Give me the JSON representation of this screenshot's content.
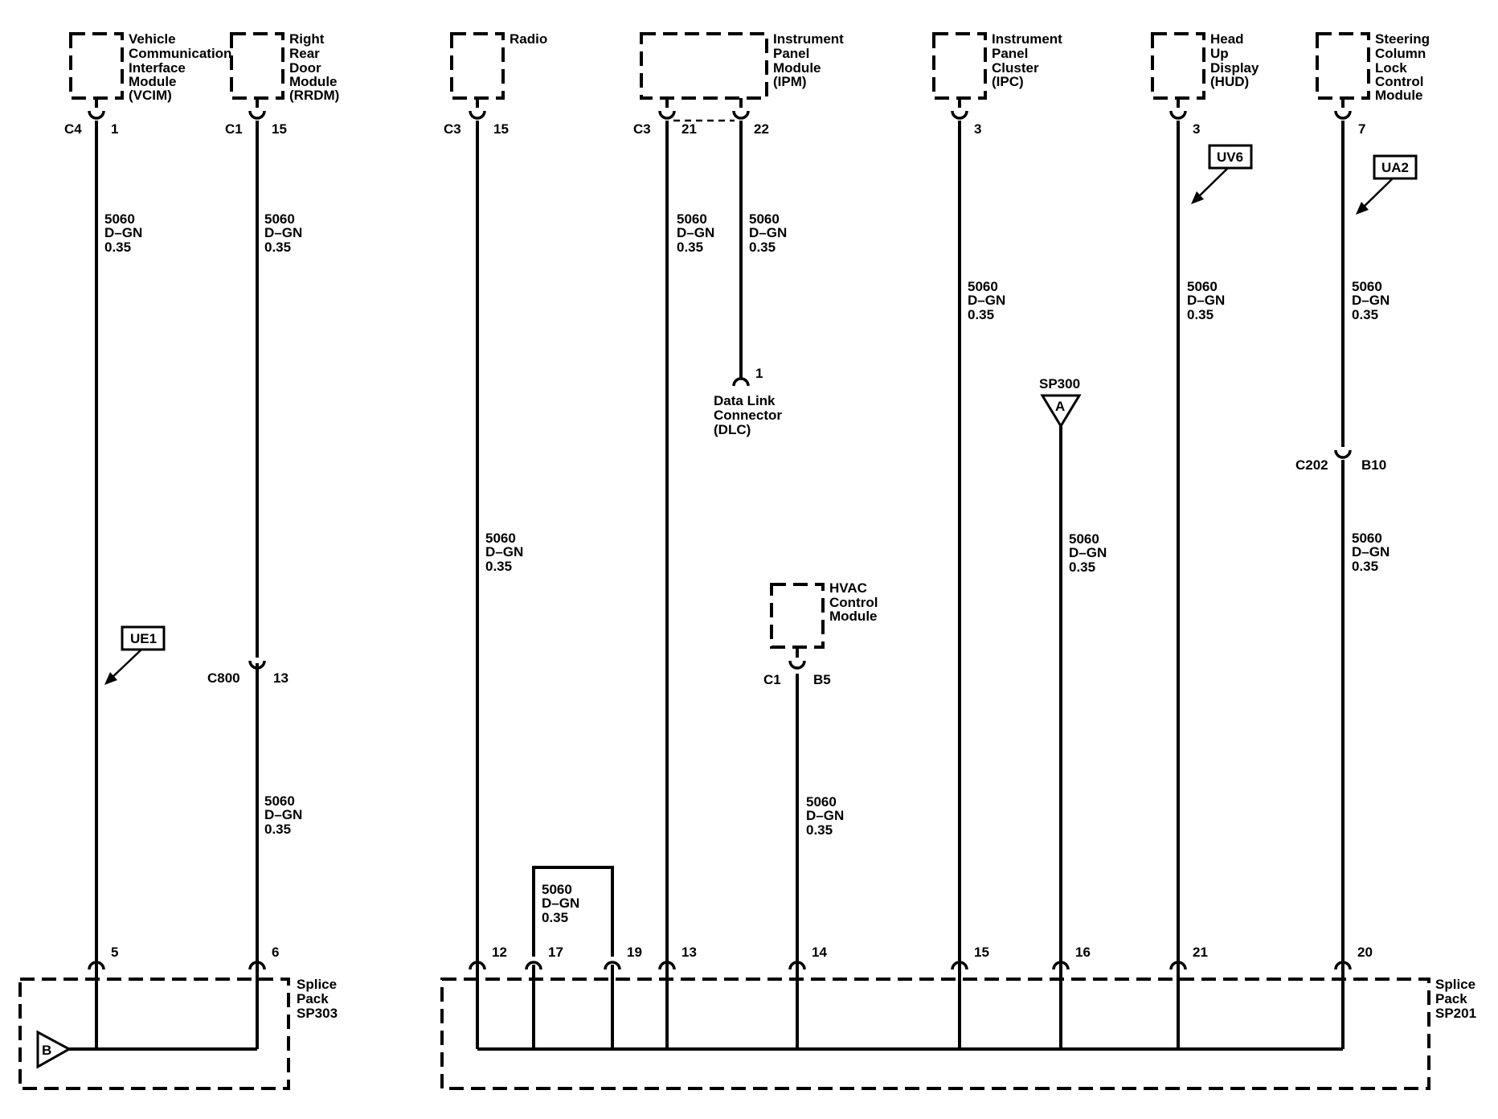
{
  "modules": {
    "vcim": [
      "Vehicle",
      "Communication",
      "Interface",
      "Module",
      "(VCIM)"
    ],
    "rrdm": [
      "Right",
      "Rear",
      "Door",
      "Module",
      "(RRDM)"
    ],
    "radio": [
      "Radio"
    ],
    "ipm": [
      "Instrument",
      "Panel",
      "Module",
      "(IPM)"
    ],
    "ipc": [
      "Instrument",
      "Panel",
      "Cluster",
      "(IPC)"
    ],
    "hud": [
      "Head",
      "Up",
      "Display",
      "(HUD)"
    ],
    "sclcm": [
      "Steering",
      "Column",
      "Lock",
      "Control",
      "Module"
    ],
    "hvac": [
      "HVAC",
      "Control",
      "Module"
    ],
    "dlc": [
      "Data Link",
      "Connector",
      "(DLC)"
    ]
  },
  "connectors": {
    "vcim_conn": "C4",
    "vcim_pin": "1",
    "rrdm_conn": "C1",
    "rrdm_pin": "15",
    "radio_conn": "C3",
    "radio_pin": "15",
    "ipm_conn": "C3",
    "ipm_pin_a": "21",
    "ipm_pin_b": "22",
    "ipc_pin": "3",
    "hud_pin": "3",
    "sclcm_pin": "7",
    "dlc_pin": "1",
    "inline_c800": "C800",
    "inline_c800_pin": "13",
    "inline_c202": "C202",
    "inline_c202_pin": "B10",
    "hvac_conn": "C1",
    "hvac_pin": "B5"
  },
  "wire": {
    "circuit": "5060",
    "color": "D–GN",
    "gauge": "0.35"
  },
  "options": {
    "ue1": "UE1",
    "uv6": "UV6",
    "ua2": "UA2"
  },
  "splice_pins": {
    "sp303": [
      "5",
      "6"
    ],
    "sp201": [
      "12",
      "17",
      "19",
      "13",
      "14",
      "15",
      "16",
      "21",
      "20"
    ]
  },
  "splice_packs": {
    "sp303": [
      "Splice",
      "Pack",
      "SP303"
    ],
    "sp201": [
      "Splice",
      "Pack",
      "SP201"
    ]
  },
  "splice_points": {
    "sp300": "SP300",
    "sp300_letter": "A",
    "sp303_letter": "B"
  }
}
